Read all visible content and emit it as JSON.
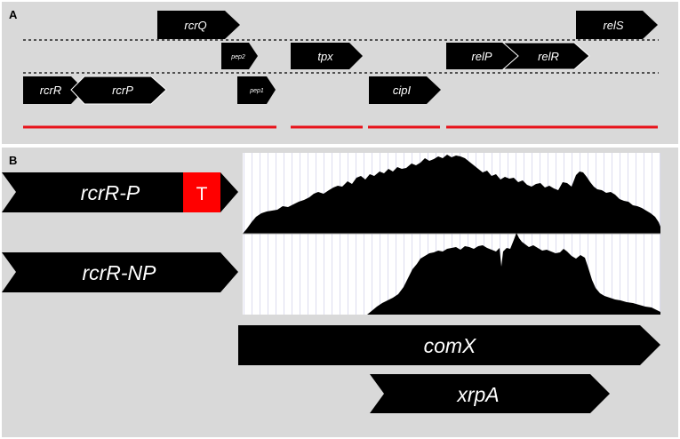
{
  "panels": {
    "a": {
      "label": "A",
      "genes": [
        {
          "name": "rcrQ"
        },
        {
          "name": "relS"
        },
        {
          "name": "pep2"
        },
        {
          "name": "tpx"
        },
        {
          "name": "relP"
        },
        {
          "name": "relR"
        },
        {
          "name": "rcrR"
        },
        {
          "name": "rcrP"
        },
        {
          "name": "pep1"
        },
        {
          "name": "cipI"
        }
      ]
    },
    "b": {
      "label": "B",
      "constructs": [
        {
          "name": "rcrR-P",
          "tag": "T"
        },
        {
          "name": "rcrR-NP"
        }
      ],
      "genes": [
        {
          "name": "comX"
        },
        {
          "name": "xrpA"
        }
      ]
    }
  },
  "colors": {
    "panel_bg": "#d9d9d9",
    "gene_fill": "#000000",
    "gene_text": "#ffffff",
    "operon_line": "#e8141c",
    "tag_fill": "#ff0000",
    "coverage_bg": "#ffffff",
    "coverage_grid": "#dcdcf0"
  }
}
